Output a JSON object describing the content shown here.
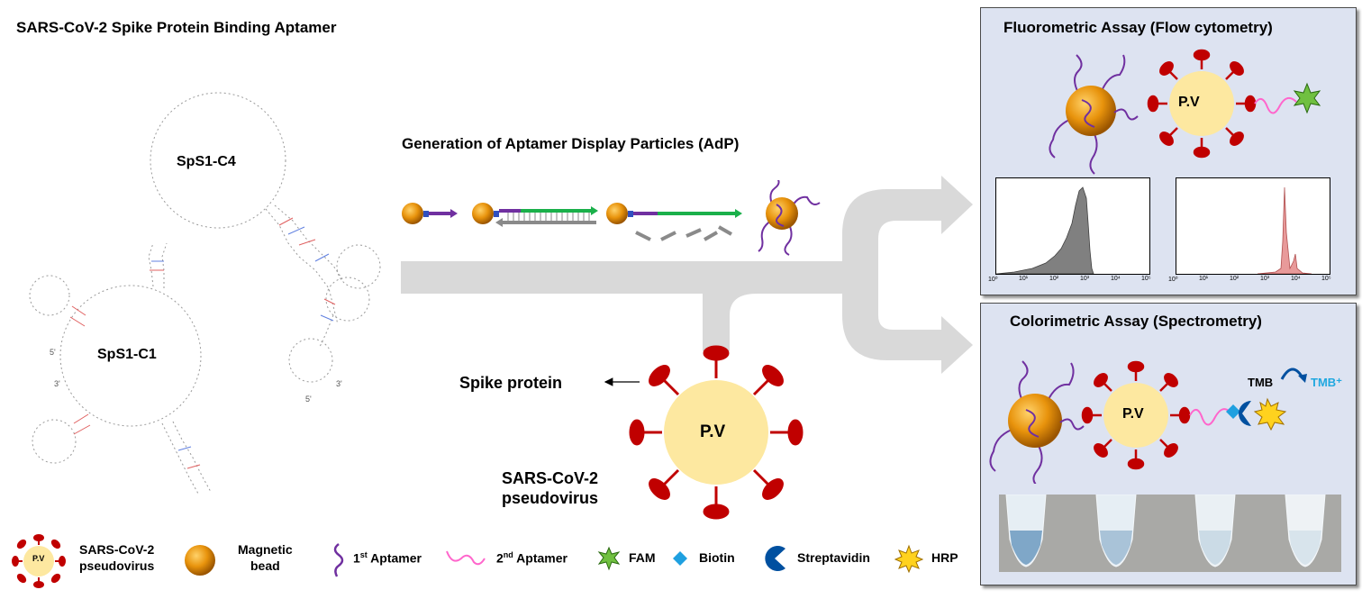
{
  "title": "SARS-CoV-2 Spike Protein Binding Aptamer",
  "aptamers": {
    "c4_label": "SpS1-C4",
    "c1_label": "SpS1-C1",
    "c1_5prime": "5'",
    "c1_3prime": "3'",
    "c4_3prime": "3'",
    "c4_5prime": "5'"
  },
  "adp": {
    "title": "Generation of Aptamer Display Particles (AdP)"
  },
  "virus": {
    "spike_label": "Spike protein",
    "pv_label": "P.V",
    "name_line1": "SARS-CoV-2",
    "name_line2": "pseudovirus"
  },
  "fluoro": {
    "title": "Fluorometric Assay (Flow cytometry)",
    "pv_label": "P.V",
    "axis_ticks": [
      "10⁰",
      "10¹",
      "10²",
      "10³",
      "10⁴",
      "10⁵"
    ]
  },
  "colori": {
    "title": "Colorimetric Assay (Spectrometry)",
    "pv_label": "P.V",
    "tmb": "TMB",
    "tmb_plus": "TMB⁺"
  },
  "legend": {
    "pv_icon_label": "P.V",
    "pseudovirus_line1": "SARS-CoV-2",
    "pseudovirus_line2": "pseudovirus",
    "bead_line1": "Magnetic",
    "bead_line2": "bead",
    "apt1_sup": "st",
    "apt1_num": "1",
    "apt1_text": " Aptamer",
    "apt2_num": "2",
    "apt2_sup": "nd",
    "apt2_text": " Aptamer",
    "fam": "FAM",
    "biotin": "Biotin",
    "streptavidin": "Streptavidin",
    "hrp": "HRP"
  },
  "colors": {
    "bead": "#e8930c",
    "virus_body": "#fde8a0",
    "spike": "#c00000",
    "aptamer1": "#7030a0",
    "aptamer2": "#ff66cc",
    "fam": "#70c040",
    "biotin": "#1fa0e0",
    "streptavidin": "#0050a0",
    "hrp": "#ffd21e",
    "dna_green": "#1ab04a",
    "tmb_plus": "#20a8e0",
    "panel_bg": "#dde3f1"
  }
}
